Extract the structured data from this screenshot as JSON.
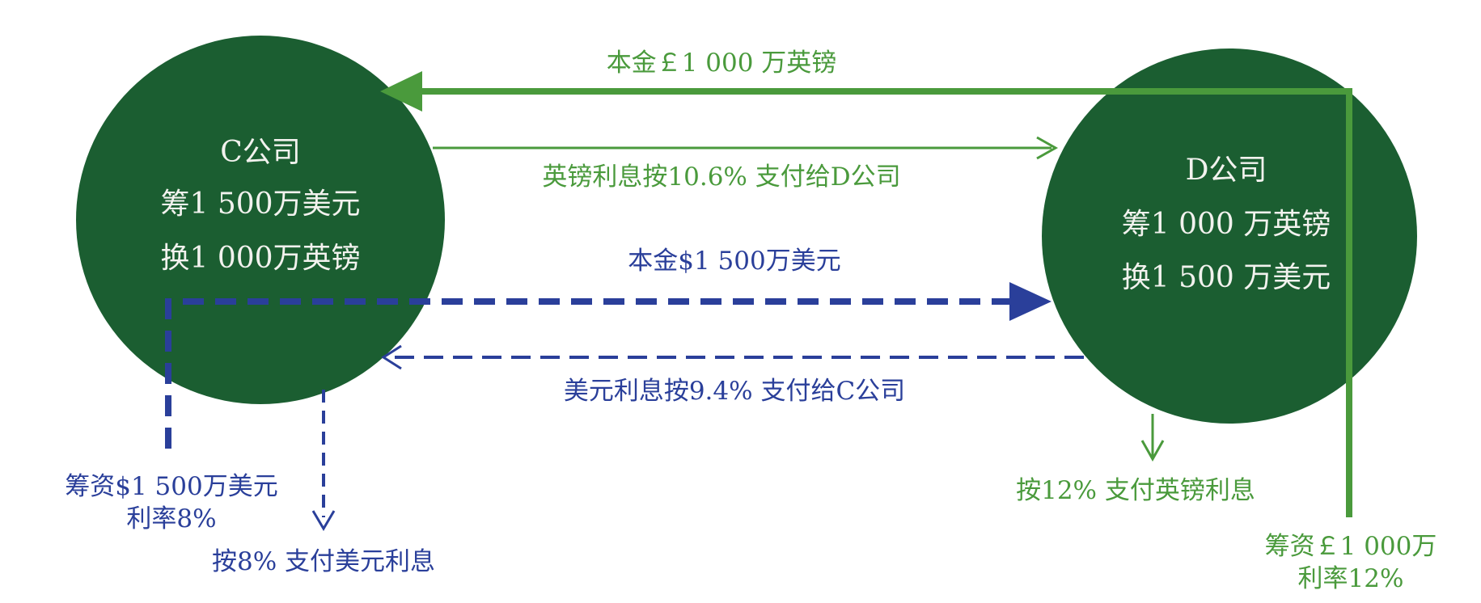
{
  "company_c": {
    "name": "C公司",
    "line1": "筹1 500万美元",
    "line2": "换1 000万英镑"
  },
  "company_d": {
    "name": "D公司",
    "line1": "筹1 000 万英镑",
    "line2": "换1 500 万美元"
  },
  "flows": {
    "gbp_principal": "本金￡1 000 万英镑",
    "gbp_interest_to_d": "英镑利息按10.6% 支付给D公司",
    "usd_principal": "本金$1 500万美元",
    "usd_interest_to_c": "美元利息按9.4% 支付给C公司"
  },
  "c_side": {
    "raise_line1": "筹资$1 500万美元",
    "raise_line2": "利率8%",
    "pay": "按8% 支付美元利息"
  },
  "d_side": {
    "pay": "按12% 支付英镑利息",
    "raise_line1": "筹资￡1 000万",
    "raise_line2": "利率12%"
  },
  "colors": {
    "circle": "#1b5e31",
    "green": "#4a9a3c",
    "blue": "#2a3f9a"
  }
}
